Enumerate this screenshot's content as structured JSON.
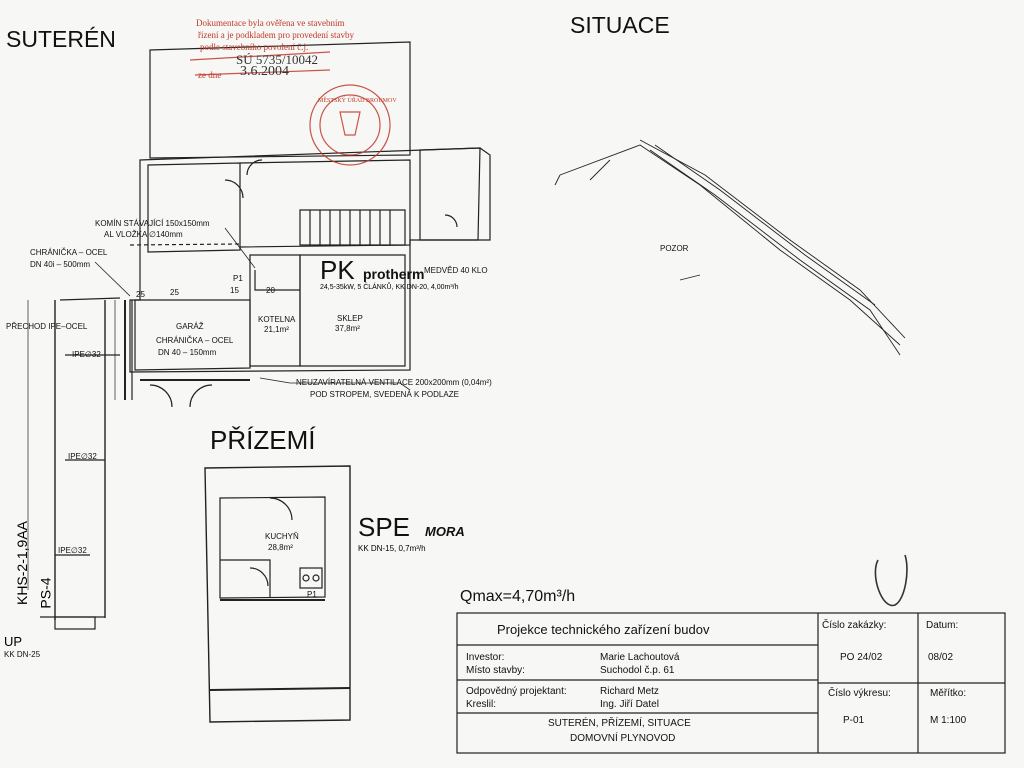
{
  "headings": {
    "suteren": "SUTERÉN",
    "situace": "SITUACE",
    "prizemi": "PŘÍZEMÍ"
  },
  "stamp": {
    "line1": "Dokumentace byla ověřena ve stavebním",
    "line2": "řízení a je podkladem pro provedení stavby",
    "line3": "podle stavebního povolení č.j.",
    "handwritten_no": "SÚ 5735/10042",
    "date_prefix": "ze dne",
    "date": "3.6.2004",
    "seal_text": "MĚSTSKÝ ÚŘAD BROUMOV"
  },
  "suteren_labels": {
    "komin_1": "KOMÍN STÁVAJÍCÍ 150x150mm",
    "komin_2": "AL VLOŽKA ∅140mm",
    "chranicka_1": "CHRÁNIČKA – OCEL",
    "chranicka_2": "DN 40i – 500mm",
    "prechod": "PŘECHOD IPE–OCEL",
    "ipe1": "IPE∅32",
    "ipe2": "IPE∅32",
    "ipe3": "IPE∅32",
    "p1": "P1",
    "dim15": "15",
    "dim20": "20",
    "dim25": "25",
    "dim25b": "25",
    "garaz": "GARÁŽ",
    "chranicka_g1": "CHRÁNIČKA – OCEL",
    "chranicka_g2": "DN 40 – 150mm",
    "kotelna_name": "KOTELNA",
    "kotelna_area": "21,1m²",
    "sklep_name": "SKLEP",
    "sklep_area": "37,8m²",
    "ventilace_1": "NEUZAVÍRATELNÁ VENTILACE 200x200mm (0,04m²)",
    "ventilace_2": "POD STROPEM, SVEDENÁ K PODLAZE",
    "khs": "KHS-2-1,9AA",
    "ps": "PS-4",
    "up": "UP",
    "kkdn": "KK DN-25"
  },
  "boiler": {
    "pk": "PK",
    "brand": "protherm",
    "model": "MEDVĚD 40 KLO",
    "spec": "24,5-35kW, 5 ČLÁNKŮ, KK DN-20, 4,00m³/h"
  },
  "prizemi_labels": {
    "kuchyn_name": "KUCHYŇ",
    "kuchyn_area": "28,8m²",
    "p1": "P1",
    "spe": "SPE",
    "mora": "MORA",
    "spe_spec": "KK DN-15, 0,7m³/h"
  },
  "situace_labels": {
    "pozor": "POZOR"
  },
  "qmax": "Qmax=4,70m³/h",
  "title_block": {
    "title": "Projekce technického zařízení budov",
    "investor_label": "Investor:",
    "investor": "Marie Lachoutová",
    "misto_label": "Místo stavby:",
    "misto": "Suchodol č.p. 61",
    "projektant_label": "Odpovědný projektant:",
    "projektant": "Richard Metz",
    "kreslil_label": "Kreslil:",
    "kreslil": "Ing. Jiří Datel",
    "subject_1": "SUTERÉN, PŘÍZEMÍ, SITUACE",
    "subject_2": "DOMOVNÍ PLYNOVOD",
    "zakazka_label": "Číslo zakázky:",
    "zakazka": "PO 24/02",
    "datum_label": "Datum:",
    "datum": "08/02",
    "vykres_label": "Číslo výkresu:",
    "vykres": "P-01",
    "meritko_label": "Měřítko:",
    "meritko": "M 1:100"
  }
}
